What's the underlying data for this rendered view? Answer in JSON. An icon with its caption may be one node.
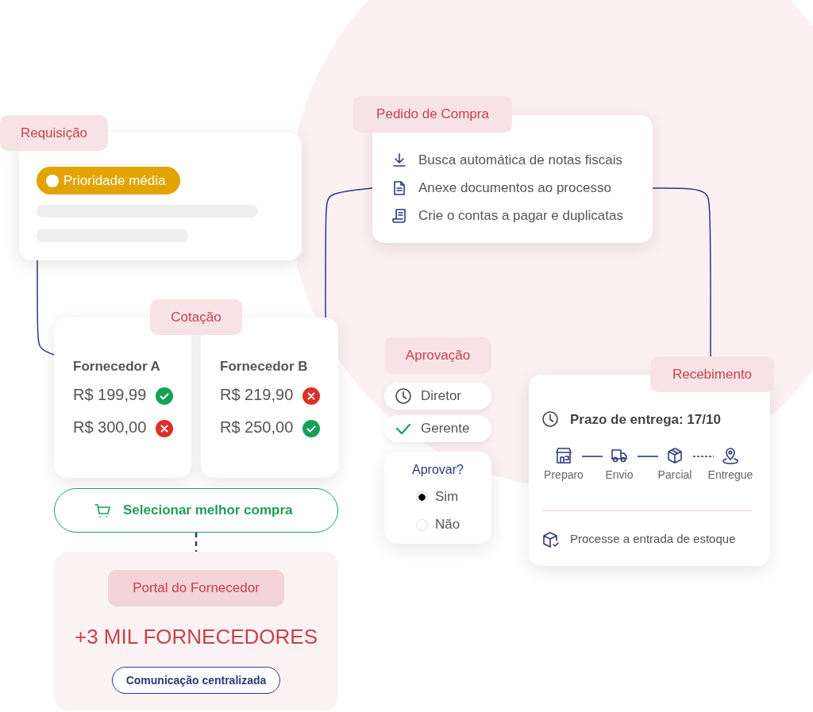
{
  "diagram": {
    "nodes": [
      {
        "text": [
          "Requisição",
          "Prioridade média"
        ]
      },
      {
        "text": [
          "Pedido de Compra",
          "Busca automática de notas fiscais",
          "Anexe documentos ao processo",
          "Crie o contas a pagar e duplicatas"
        ]
      },
      {
        "text": [
          "Cotação"
        ]
      },
      {
        "text": [
          "Fornecedor A",
          "R$ 199,99",
          "R$ 300,00"
        ]
      },
      {
        "text": [
          "Fornecedor B",
          "R$ 219,90",
          "R$ 250,00"
        ]
      },
      {
        "text": [
          "Aprovação"
        ]
      },
      {
        "text": [
          "Diretor"
        ]
      },
      {
        "text": [
          "Gerente"
        ]
      },
      {
        "text": [
          "Aprovar?",
          "Sim",
          "Não"
        ]
      },
      {
        "text": [
          "Recebimento",
          "Prazo de entrega: 17/10",
          "Preparo",
          "Envio",
          "Parcial",
          "Entregue",
          "Processe a entrada de estoque"
        ]
      },
      {
        "text": [
          "Selecionar melhor compra"
        ]
      },
      {
        "text": [
          "Portal do Fornecedor",
          "+3 MIL FORNECEDORES"
        ]
      },
      {
        "text": [
          "Comunicação centralizada"
        ],
        "in": 11
      }
    ],
    "edges": [
      {
        "from": 0,
        "to": 3,
        "arrow": "none"
      },
      {
        "from": 4,
        "to": 1,
        "arrow": "none"
      },
      {
        "from": 1,
        "to": 9,
        "arrow": "none"
      },
      {
        "from": 10,
        "to": 11,
        "arrow": "none",
        "style": "dashed"
      }
    ]
  }
}
